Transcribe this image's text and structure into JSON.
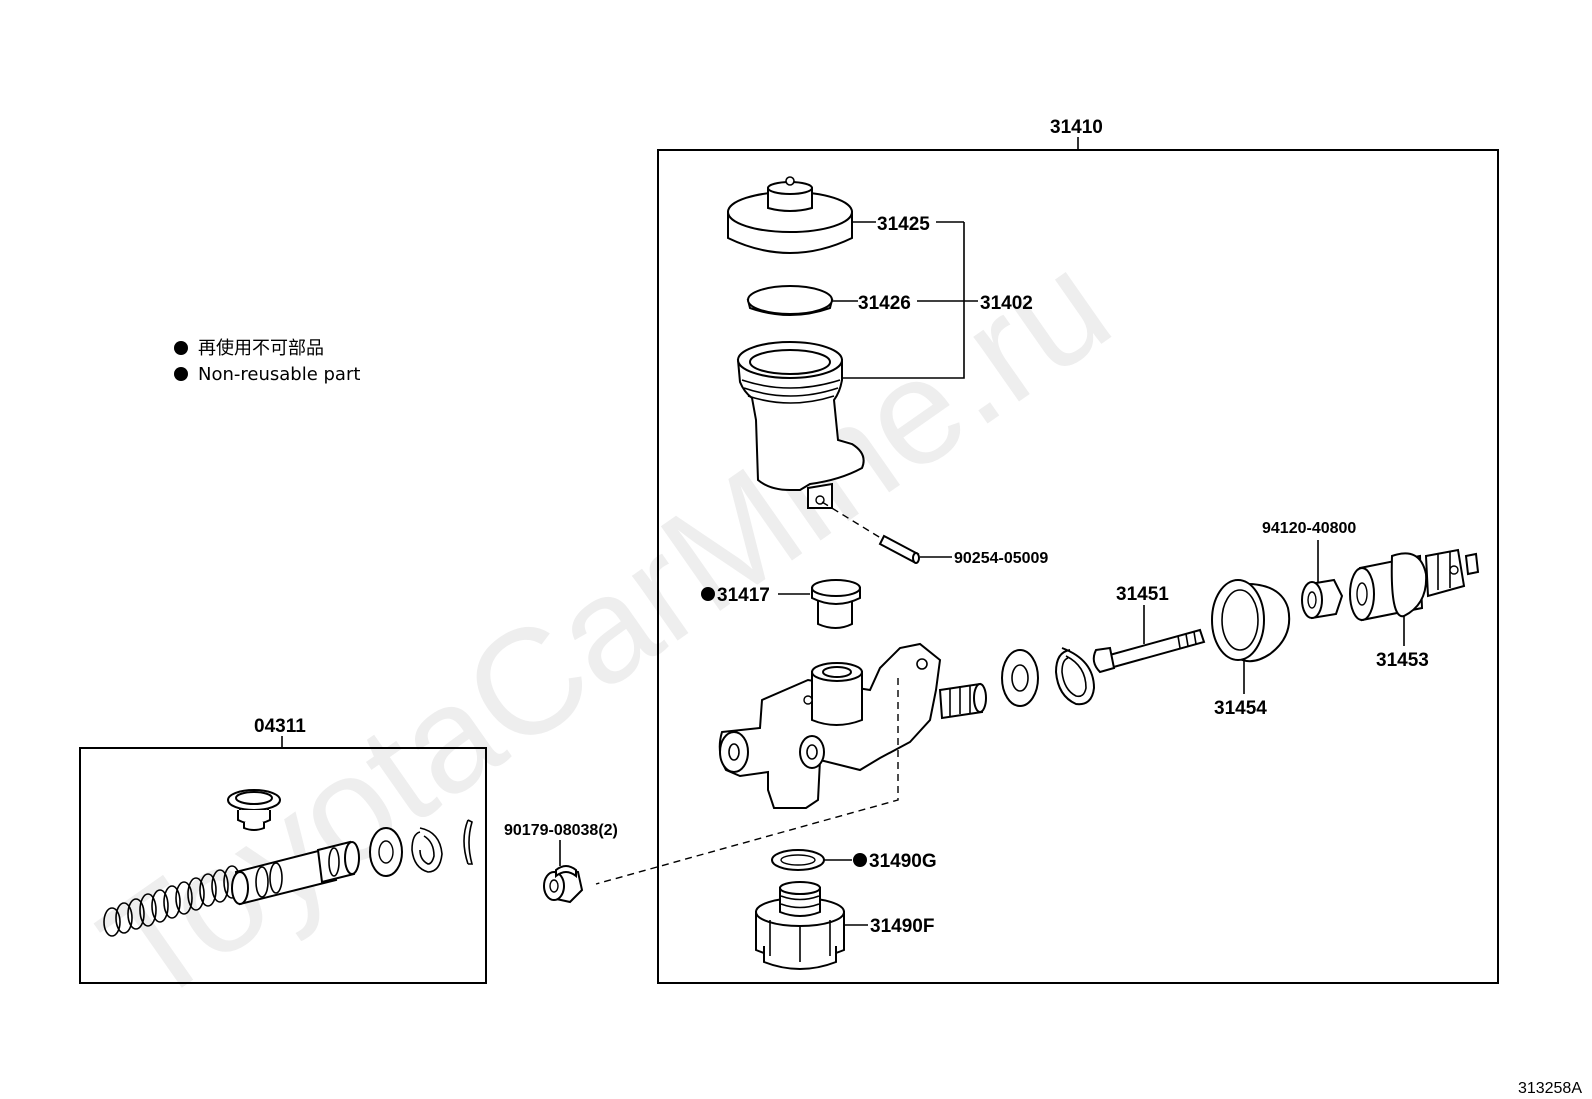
{
  "watermark": "ToyotaCarMine.ru",
  "legend": {
    "line_jp": "再使用不可部品",
    "line_en": "Non-reusable part"
  },
  "labels": {
    "p31410": "31410",
    "p31425": "31425",
    "p31426": "31426",
    "p31402": "31402",
    "p90254": "90254-05009",
    "p31417": "31417",
    "p31451": "31451",
    "p94120": "94120-40800",
    "p31453": "31453",
    "p31454": "31454",
    "p04311": "04311",
    "p90179": "90179-08038(2)",
    "p31490g": "31490G",
    "p31490f": "31490F"
  },
  "reference_code": "313258A"
}
